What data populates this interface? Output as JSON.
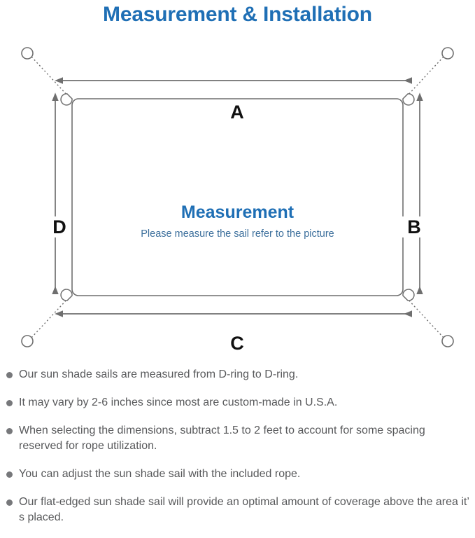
{
  "page": {
    "title": "Measurement & Installation",
    "background": "#ffffff",
    "accent_blue": "#1f6fb5",
    "subtitle_blue": "#3c6f9c",
    "line_gray": "#6f6f6f",
    "text_gray": "#58595b"
  },
  "diagram": {
    "center_title": "Measurement",
    "center_subtitle": "Please measure the sail refer to the picture",
    "dimension_labels": {
      "top": "A",
      "right": "B",
      "bottom": "C",
      "left": "D"
    },
    "sail": {
      "shape": "rounded-rectangle",
      "corner_hardware": "d-ring",
      "d_ring_count": 4
    },
    "anchors": {
      "count": 4,
      "shape": "ring-circle",
      "rope_style": "dotted"
    },
    "arrows": {
      "count": 4,
      "style": "double-headed"
    }
  },
  "notes": [
    "Our sun shade sails are measured from D-ring to D-ring.",
    "It may vary by 2-6 inches since most are custom-made in U.S.A.",
    "When selecting the dimensions, subtract 1.5 to 2 feet to account for some spacing reserved for rope utilization.",
    "You can adjust the sun shade sail with the included rope.",
    "Our flat-edged sun shade sail will provide an optimal amount of coverage above the area it’ s placed."
  ]
}
